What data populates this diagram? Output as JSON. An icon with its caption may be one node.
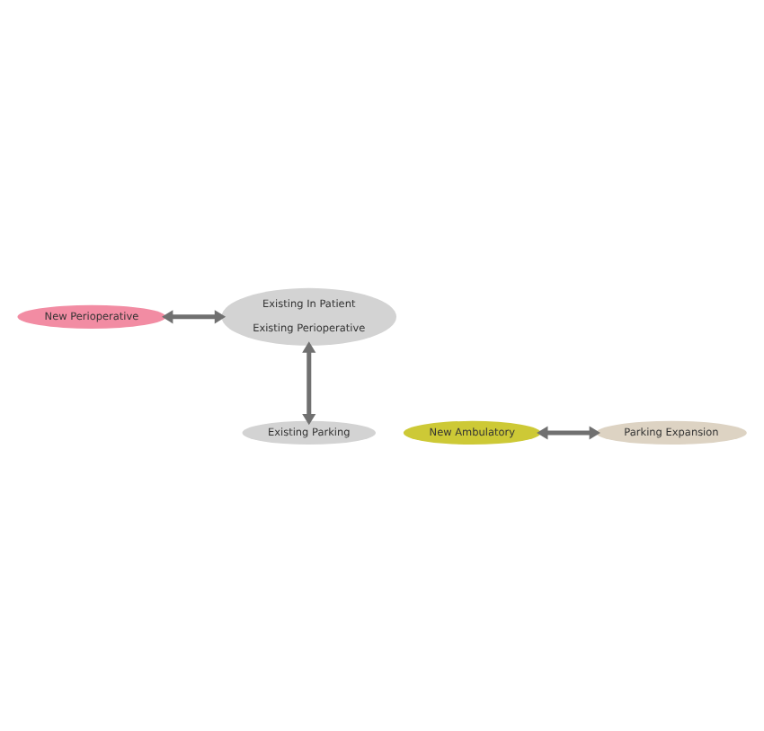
{
  "diagram": {
    "nodes": [
      {
        "text": [
          "Existing In Patient",
          "Existing Perioperative"
        ]
      },
      {
        "text": [
          "New Perioperative"
        ]
      },
      {
        "text": [
          "New Ambulatory"
        ]
      },
      {
        "text": [
          "Parking Expansion"
        ]
      },
      {
        "text": [
          "Existing Parking"
        ]
      }
    ],
    "edges": [
      {
        "from": 1,
        "to": 0,
        "arrow": "both"
      },
      {
        "from": 0,
        "to": 4,
        "arrow": "both"
      },
      {
        "from": 2,
        "to": 3,
        "arrow": "both"
      }
    ]
  }
}
